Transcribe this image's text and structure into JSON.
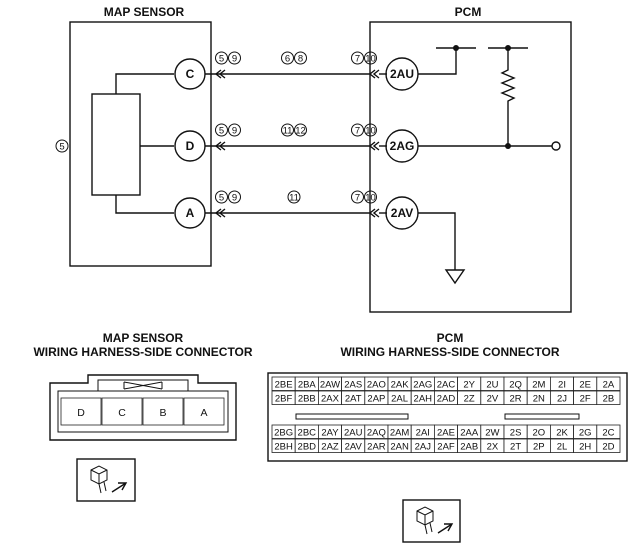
{
  "map_sensor": {
    "title": "MAP SENSOR",
    "side_ref": "5",
    "pins": [
      {
        "name": "C",
        "refs_a": "5 9",
        "refs_mid": "6 8",
        "refs_b": "7 10",
        "pcm_pin": "2AU"
      },
      {
        "name": "D",
        "refs_a": "5 9",
        "refs_mid": "11 12",
        "refs_b": "7 10",
        "pcm_pin": "2AG"
      },
      {
        "name": "A",
        "refs_a": "5 9",
        "refs_mid": "11",
        "refs_b": "7 10",
        "pcm_pin": "2AV"
      }
    ]
  },
  "pcm": {
    "title": "PCM"
  },
  "map_connector": {
    "title_line1": "MAP SENSOR",
    "title_line2": "WIRING HARNESS-SIDE CONNECTOR",
    "pins": [
      "D",
      "C",
      "B",
      "A"
    ]
  },
  "pcm_connector": {
    "title_line1": "PCM",
    "title_line2": "WIRING HARNESS-SIDE CONNECTOR",
    "rows": [
      [
        "2BE",
        "2BA",
        "2AW",
        "2AS",
        "2AO",
        "2AK",
        "2AG",
        "2AC",
        "2Y",
        "2U",
        "2Q",
        "2M",
        "2I",
        "2E",
        "2A"
      ],
      [
        "2BF",
        "2BB",
        "2AX",
        "2AT",
        "2AP",
        "2AL",
        "2AH",
        "2AD",
        "2Z",
        "2V",
        "2R",
        "2N",
        "2J",
        "2F",
        "2B"
      ],
      [
        "2BG",
        "2BC",
        "2AY",
        "2AU",
        "2AQ",
        "2AM",
        "2AI",
        "2AE",
        "2AA",
        "2W",
        "2S",
        "2O",
        "2K",
        "2G",
        "2C"
      ],
      [
        "2BH",
        "2BD",
        "2AZ",
        "2AV",
        "2AR",
        "2AN",
        "2AJ",
        "2AF",
        "2AB",
        "2X",
        "2T",
        "2P",
        "2L",
        "2H",
        "2D"
      ]
    ]
  }
}
